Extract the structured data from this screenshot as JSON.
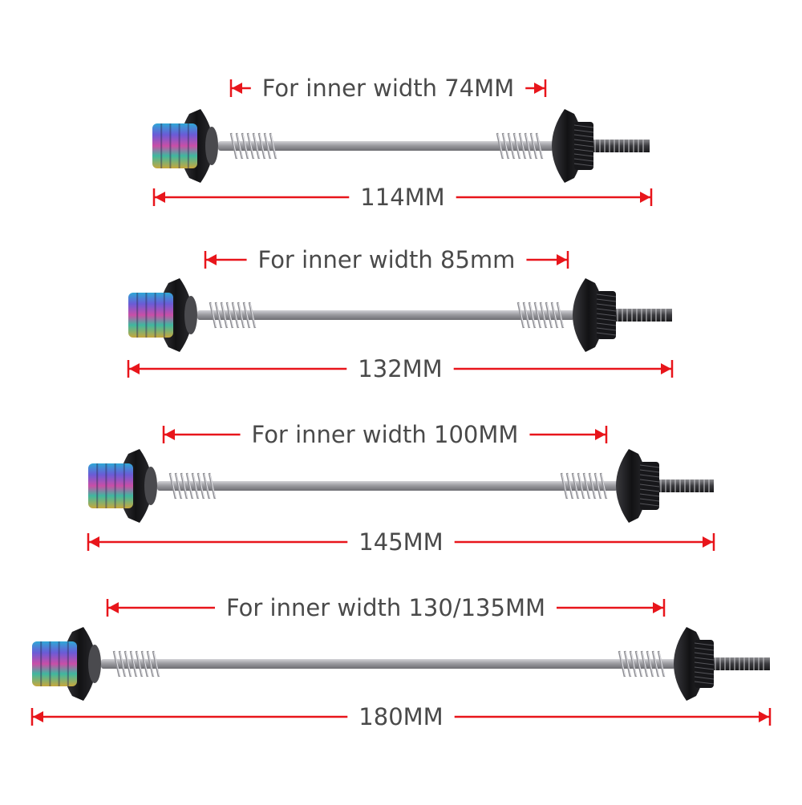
{
  "skewers": [
    {
      "inner_label": "For inner width 74MM",
      "length_label": "114MM"
    },
    {
      "inner_label": "For inner width 85mm",
      "length_label": "132MM"
    },
    {
      "inner_label": "For inner width 100MM",
      "length_label": "145MM"
    },
    {
      "inner_label": "For inner width 130/135MM",
      "length_label": "180MM"
    }
  ],
  "colors": {
    "dimension": "#e8151b",
    "label": "#4a4a4a",
    "rod": "#a7a7ab",
    "metal_dark": "#1f1f22"
  },
  "icons": [
    "quick-release-skewer-icon",
    "spring-icon",
    "knurled-nut-icon",
    "threaded-end-icon"
  ]
}
